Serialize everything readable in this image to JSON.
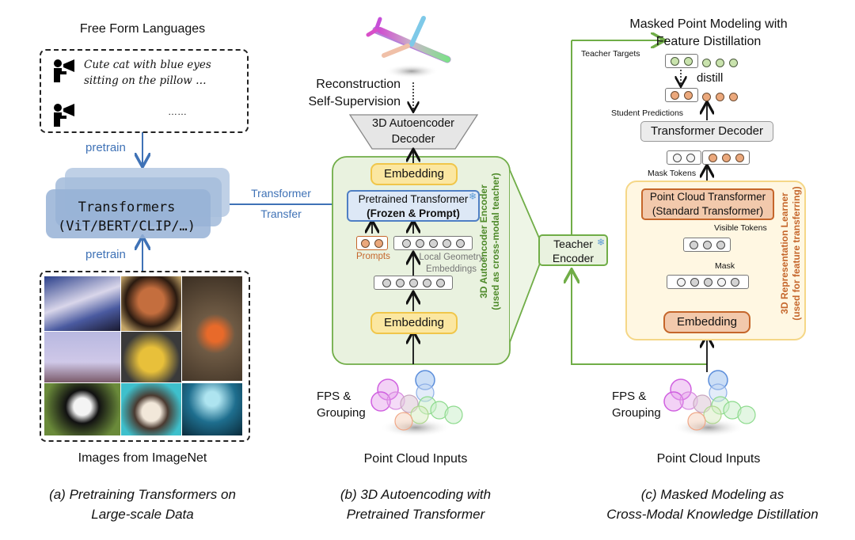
{
  "panel_a": {
    "title_languages": "Free Form Languages",
    "language_lines": [
      "Cute cat with blue eyes",
      "sitting on the pillow …"
    ],
    "language_ellipsis": "……",
    "pretrain_top": "pretrain",
    "pretrain_bottom": "pretrain",
    "transformers_line1": "Transformers",
    "transformers_line2": "(ViT/BERT/CLIP/…)",
    "transfer_line1": "Transformer",
    "transfer_line2": "Transfer",
    "images_label": "Images from ImageNet",
    "image_tiles": [
      "mountain",
      "dog",
      "newt",
      "eagle",
      "taxi",
      "panda",
      "siamese-cat",
      "lionfish"
    ],
    "caption_line1": "(a)   Pretraining Transformers on",
    "caption_line2": "Large-scale Data"
  },
  "panel_b": {
    "reconstruction_line1": "Reconstruction",
    "reconstruction_line2": "Self-Supervision",
    "decoder_line1": "3D Autoencoder",
    "decoder_line2": "Decoder",
    "embedding_top": "Embedding",
    "pretrained_line1": "Pretrained Transformer",
    "pretrained_line2": "(Frozen & Prompt)",
    "prompts_label": "Prompts",
    "local_geometry_line1": "Local Geometry",
    "local_geometry_line2": "Embeddings",
    "embedding_bottom": "Embedding",
    "encoder_side_line1": "3D Autoencoder Encoder",
    "encoder_side_line2": "(used as cross-modal teacher)",
    "fps_line1": "FPS &",
    "fps_line2": "Grouping",
    "inputs_label": "Point Cloud Inputs",
    "caption_line1": "(b)    3D Autoencoding with",
    "caption_line2": "Pretrained Transformer"
  },
  "teacher": {
    "line1": "Teacher",
    "line2": "Encoder",
    "frozen_icon": "snowflake-icon"
  },
  "panel_c": {
    "title_line1": "Masked Point Modeling with",
    "title_line2": "Feature Distillation",
    "teacher_targets": "Teacher Targets",
    "distill": "distill",
    "student_predictions": "Student Predictions",
    "transformer_decoder": "Transformer Decoder",
    "mask_tokens": "Mask Tokens",
    "pct_line1": "Point Cloud Transformer",
    "pct_line2": "(Standard Transformer)",
    "visible_tokens": "Visible Tokens",
    "mask": "Mask",
    "embedding": "Embedding",
    "learner_side_line1": "3D Representation Learner",
    "learner_side_line2": "(used for feature transferring)",
    "fps_line1": "FPS &",
    "fps_line2": "Grouping",
    "inputs_label": "Point Cloud Inputs",
    "caption_line1": "(c)    Masked Modeling as",
    "caption_line2": "Cross-Modal Knowledge Distillation"
  },
  "colors": {
    "blue_arrow": "#3f72b6",
    "green": "#70ad47",
    "green_fill": "#e9f2df",
    "yellow_fill": "#fbe7a1",
    "orange": "#c5662b",
    "orange_fill": "#f2c9ac",
    "cream_fill": "#fff7e2"
  }
}
